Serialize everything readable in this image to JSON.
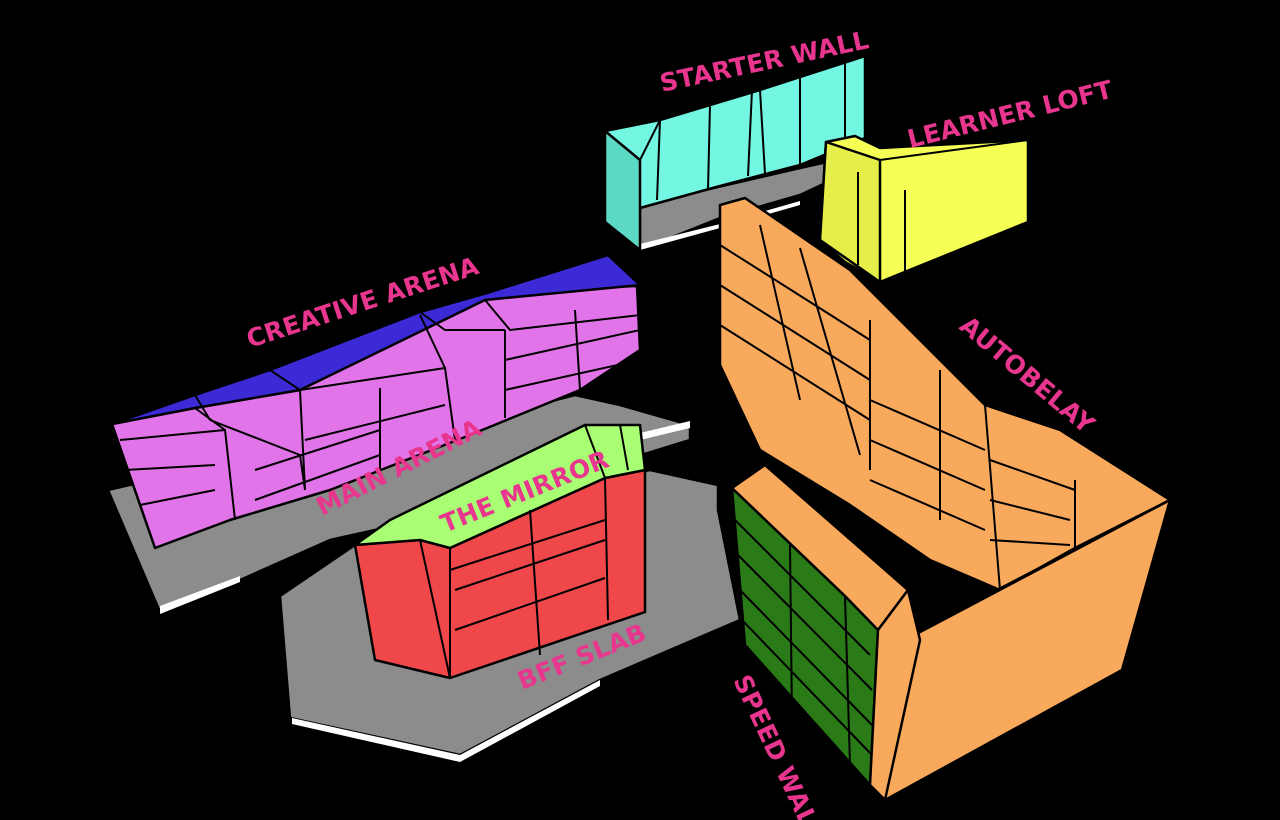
{
  "labels": {
    "starter_wall": "STARTER WALL",
    "learner_loft": "LEARNER LOFT",
    "creative_arena": "CREATIVE ARENA",
    "main_arena": "MAIN ARENA",
    "the_mirror": "THE MIRROR",
    "bff_slab": "BFF SLAB",
    "autobelay": "AUTOBELAY",
    "speed_wall": "SPEED WALL"
  },
  "colors": {
    "background": "#000000",
    "floor": "#8c8c8c",
    "label_text": "#e8368f",
    "starter_wall": "#73f7e3",
    "learner_loft": "#f5ff55",
    "creative_arena_top": "#3b2ad6",
    "creative_arena_face": "#e174e8",
    "the_mirror_top": "#a8ff73",
    "bff_slab": "#ef474a",
    "autobelay": "#f8a95c",
    "speed_wall": "#2a7a17"
  }
}
